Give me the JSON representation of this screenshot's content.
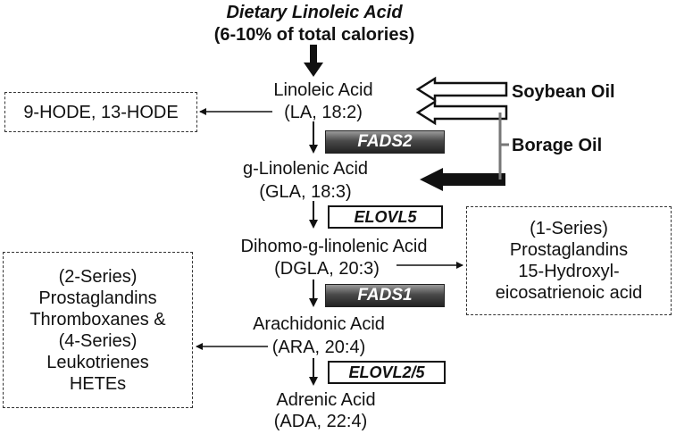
{
  "source": {
    "line1": "Dietary Linoleic Acid",
    "line2": "(6-10% of total calories)"
  },
  "steps": [
    {
      "name": "Linoleic Acid",
      "abbr": "(LA, 18:2)"
    },
    {
      "name": "g-Linolenic Acid",
      "abbr": "(GLA, 18:3)"
    },
    {
      "name": "Dihomo-g-linolenic Acid",
      "abbr": "(DGLA, 20:3)"
    },
    {
      "name": "Arachidonic Acid",
      "abbr": "(ARA, 20:4)"
    },
    {
      "name": "Adrenic Acid",
      "abbr": "(ADA, 22:4)"
    }
  ],
  "enzymes": {
    "fads2": "FADS2",
    "elovl5": "ELOVL5",
    "fads1": "FADS1",
    "elovl25": "ELOVL2/5"
  },
  "oils": {
    "soybean": "Soybean Oil",
    "borage": "Borage Oil"
  },
  "boxes": {
    "hode": "9-HODE, 13-HODE",
    "series1": [
      "(1-Series)",
      "Prostaglandins",
      "15-Hydroxyl-",
      "eicosatrienoic acid"
    ],
    "series2": [
      "(2-Series)",
      "Prostaglandins",
      "Thromboxanes &",
      "(4-Series)",
      "Leukotrienes",
      "HETEs"
    ]
  },
  "colors": {
    "ink": "#111111",
    "bracket": "#777777"
  }
}
